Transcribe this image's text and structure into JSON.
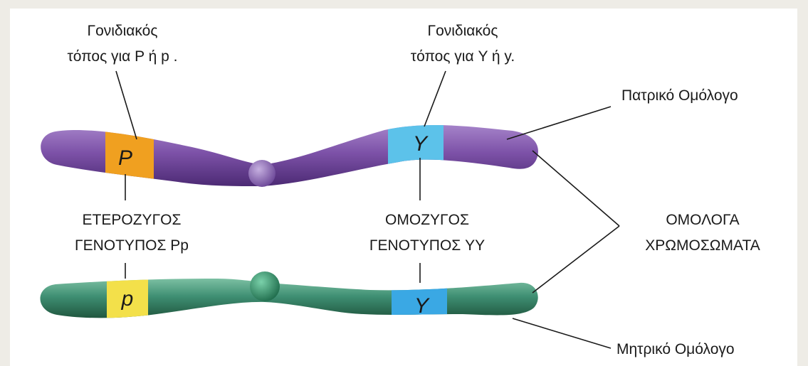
{
  "labels": {
    "locus_P": [
      "Γονιδιακός",
      "τόπος για P ή p ."
    ],
    "locus_Y": [
      "Γονιδιακός",
      "τόπος για Y ή  y."
    ],
    "paternal": "Πατρικό Ομόλογο",
    "maternal": "Μητρικό  Ομόλογο",
    "heterozygous": [
      "ΕΤΕΡΟΖΥΓΟΣ",
      "ΓΕΝΟΤΥΠΟΣ  Pp"
    ],
    "homozygous": [
      "ΟΜΟΖΥΓΟΣ",
      "ΓΕΝΟΤΥΠΟΣ YY"
    ],
    "homologs": [
      "ΟΜΟΛΟΓΑ",
      "ΧΡΩΜΟΣΩΜΑΤΑ"
    ]
  },
  "alleles": {
    "paternal_P": "P",
    "paternal_Y": "Y",
    "maternal_p": "p",
    "maternal_Y": "Y"
  },
  "colors": {
    "paternal_chromosome": "#7d52a8",
    "maternal_chromosome": "#3f8f73",
    "allele_P": "#f0a020",
    "allele_p": "#f3e04a",
    "allele_Y": "#5cc2ea",
    "allele_Y_maternal": "#3aa8e4",
    "background": "#eeece6"
  }
}
